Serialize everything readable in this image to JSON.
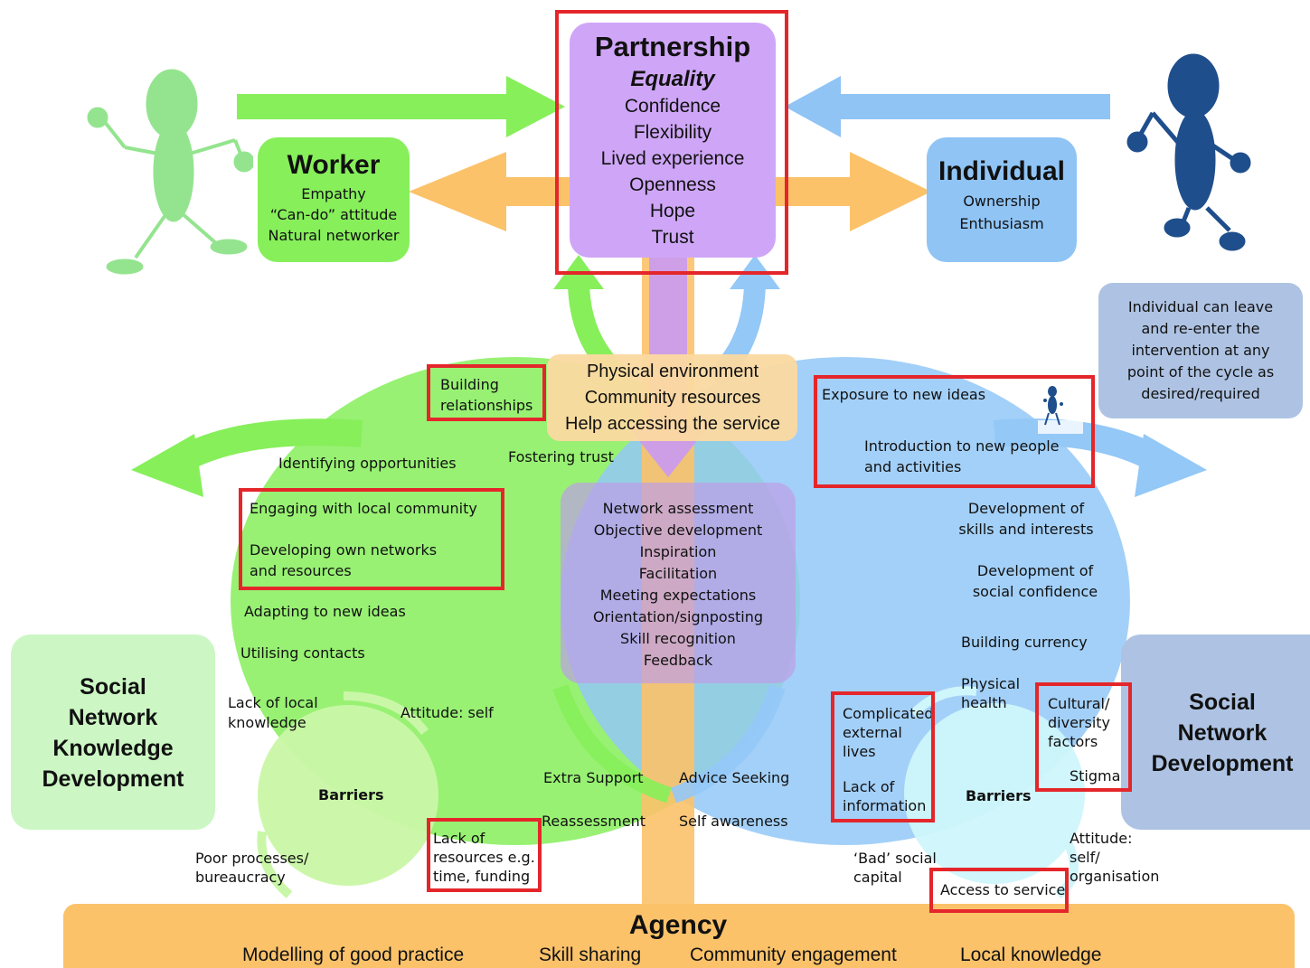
{
  "partnership": {
    "title": "Partnership",
    "subtitle": "Equality",
    "items": [
      "Confidence",
      "Flexibility",
      "Lived experience",
      "Openness",
      "Hope",
      "Trust"
    ]
  },
  "worker": {
    "title": "Worker",
    "items": [
      "Empathy",
      "“Can-do” attitude",
      "Natural networker"
    ]
  },
  "individual": {
    "title": "Individual",
    "items": [
      "Ownership",
      "Enthusiasm"
    ]
  },
  "reenter_note": [
    "Individual can leave",
    "and re-enter  the",
    "intervention at any",
    "point of the cycle as",
    "desired/required"
  ],
  "environment": [
    "Physical environment",
    "Community resources",
    "Help accessing the service"
  ],
  "worker_cycle": {
    "building": [
      "Building",
      "relationships"
    ],
    "identifying": "Identifying opportunities",
    "fostering": "Fostering trust",
    "engaging": "Engaging with local community",
    "developing": [
      "Developing own networks",
      "and resources"
    ],
    "adapting": "Adapting to new ideas",
    "utilising": "Utilising contacts"
  },
  "individual_cycle": {
    "exposure": "Exposure to new ideas",
    "introduction": [
      "Introduction to new people",
      "and activities"
    ],
    "skills": [
      "Development of",
      "skills and interests"
    ],
    "confidence": [
      "Development of",
      "social confidence"
    ],
    "currency": "Building currency"
  },
  "center_list": [
    "Network assessment",
    "Objective development",
    "Inspiration",
    "Facilitation",
    "Meeting expectations",
    "Orientation/signposting",
    "Skill recognition",
    "Feedback"
  ],
  "snkd": [
    "Social",
    "Network",
    "Knowledge",
    "Development"
  ],
  "snd": [
    "Social",
    "Network",
    "Development"
  ],
  "left_barriers": {
    "label": "Barriers",
    "local_knowledge": [
      "Lack of local",
      "knowledge"
    ],
    "attitude": "Attitude: self",
    "processes": [
      "Poor processes/",
      "bureaucracy"
    ],
    "resources": [
      "Lack of",
      "resources e.g.",
      "time, funding"
    ]
  },
  "right_barriers": {
    "label": "Barriers",
    "physical": [
      "Physical",
      "health"
    ],
    "complicated": [
      "Complicated",
      "external",
      "lives"
    ],
    "lack_info": [
      "Lack of",
      "information"
    ],
    "cultural": [
      "Cultural/",
      "diversity",
      "factors"
    ],
    "stigma": "Stigma",
    "bad_capital": [
      "‘Bad’ social",
      "capital"
    ],
    "access": "Access to service",
    "attitude": [
      "Attitude:",
      "self/",
      "organisation"
    ]
  },
  "support": {
    "extra": "Extra Support",
    "advice": "Advice Seeking",
    "reassessment": "Reassessment",
    "self_awareness": "Self awareness"
  },
  "agency": {
    "title": "Agency",
    "items": [
      "Modelling of good practice",
      "Skill sharing",
      "Community engagement",
      "Local knowledge"
    ]
  },
  "colors": {
    "green": "#86ef5a",
    "blue": "#8fc4f5",
    "orange": "#fbc26a",
    "purple": "#cfa6f7",
    "red": "#e4262b",
    "navy": "#1f4e8c"
  }
}
